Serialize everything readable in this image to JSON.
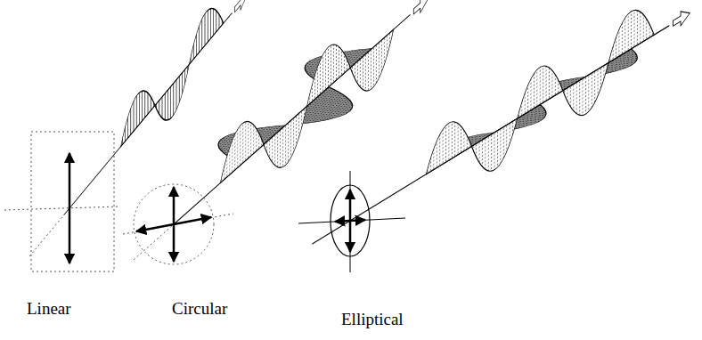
{
  "diagram": {
    "labels": [
      "Linear",
      "Circular",
      "Elliptical"
    ]
  }
}
